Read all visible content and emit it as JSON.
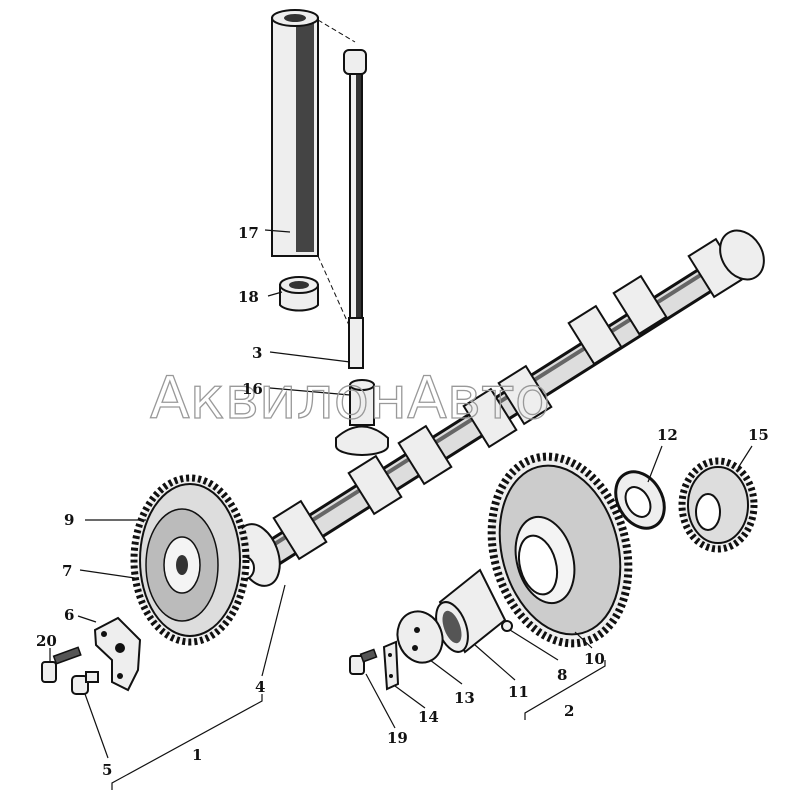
{
  "diagram": {
    "watermark": "АквилонАвто",
    "parts": {
      "p1": "1",
      "p2": "2",
      "p3": "3",
      "p4": "4",
      "p5": "5",
      "p6": "6",
      "p7": "7",
      "p8": "8",
      "p9": "9",
      "p10": "10",
      "p11": "11",
      "p12": "12",
      "p13": "13",
      "p14": "14",
      "p15": "15",
      "p16": "16",
      "p17": "17",
      "p18": "18",
      "p19": "19",
      "p20": "20"
    }
  }
}
